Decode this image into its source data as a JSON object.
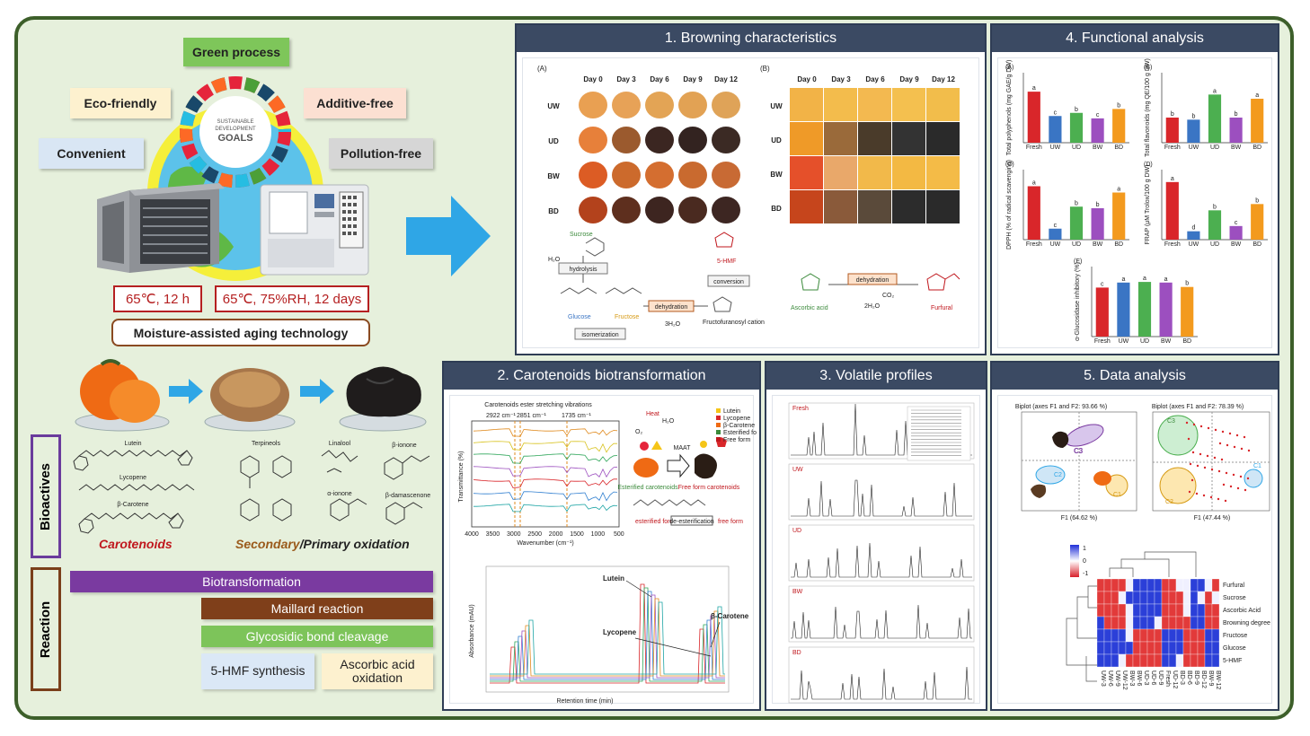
{
  "left": {
    "tags": {
      "green_process": "Green process",
      "eco_friendly": "Eco-friendly",
      "additive_free": "Additive-free",
      "convenient": "Convenient",
      "pollution_free": "Pollution-free"
    },
    "sdg_logo": [
      "SUSTAINABLE",
      "DEVELOPMENT",
      "GOALS"
    ],
    "condition_1": "65℃, 12 h",
    "condition_2": "65℃, 75%RH, 12 days",
    "technology": "Moisture-assisted aging technology",
    "bioactives": {
      "section_label": "Bioactives",
      "carotenoids": "Carotenoids",
      "oxidation_secondary": "Secondary",
      "oxidation_primary": "/Primary oxidation",
      "structures": [
        "Lutein",
        "Lycopene",
        "β-Carotene",
        "Terpineols",
        "Linalool",
        "β-ionone",
        "α-ionone",
        "β-damascenone"
      ]
    },
    "reaction": {
      "section_label": "Reaction",
      "biotransformation": "Biotransformation",
      "maillard": "Maillard reaction",
      "glycosidic": "Glycosidic bond cleavage",
      "hmf": "5-HMF synthesis",
      "ascorbic": "Ascorbic acid oxidation"
    }
  },
  "panels": {
    "browning": {
      "title": "1. Browning characteristics",
      "label_a": "(A)",
      "label_b": "(B)",
      "days": [
        "Day 0",
        "Day 3",
        "Day 6",
        "Day 9",
        "Day 12"
      ],
      "rows": [
        "UW",
        "UD",
        "BW",
        "BD"
      ],
      "scheme": {
        "sucrose": "Sucrose",
        "h2o": "H₂O",
        "hydrolysis": "hydrolysis",
        "glucose": "Glucose",
        "fructose": "Fructose",
        "isomerization": "isomerization",
        "dehydration": "dehydration",
        "three_h2o": "3H₂O",
        "conversion": "conversion",
        "hmf": "5-HMF",
        "cation": "Fructofuranosyl cation",
        "ascorbic_acid": "Ascorbic acid",
        "co2": "CO₂",
        "two_h2o": "2H₂O",
        "furfural": "Furfural"
      }
    },
    "functional": {
      "title": "4. Functional analysis",
      "chart_data": [
        {
          "type": "bar",
          "label": "(A)",
          "ylabel": "Total polyphenols (mg GAE/g DW)",
          "categories": [
            "Fresh",
            "UW",
            "UD",
            "BW",
            "BD"
          ],
          "values": [
            6.5,
            3.4,
            3.8,
            3.1,
            4.3
          ],
          "ylim": [
            0,
            8
          ],
          "sig": [
            "a",
            "c",
            "b",
            "c",
            "b"
          ]
        },
        {
          "type": "bar",
          "label": "(B)",
          "ylabel": "Total flavonoids (mg QE/100 g DW)",
          "categories": [
            "Fresh",
            "UW",
            "UD",
            "BW",
            "BD"
          ],
          "values": [
            1.2,
            1.1,
            2.3,
            1.2,
            2.1
          ],
          "ylim": [
            0,
            3
          ],
          "sig": [
            "b",
            "b",
            "a",
            "b",
            "a"
          ]
        },
        {
          "type": "bar",
          "label": "(C)",
          "ylabel": "DPPH (% of radical scavenging)",
          "categories": [
            "Fresh",
            "UW",
            "UD",
            "BW",
            "BD"
          ],
          "values": [
            34,
            7,
            21,
            20,
            30
          ],
          "ylim": [
            0,
            40
          ],
          "sig": [
            "a",
            "c",
            "b",
            "b",
            "a"
          ]
        },
        {
          "type": "bar",
          "label": "(D)",
          "ylabel": "FRAP (μM Trolox/100 g DW)",
          "categories": [
            "Fresh",
            "UW",
            "UD",
            "BW",
            "BD"
          ],
          "values": [
            5.5,
            0.8,
            2.8,
            1.3,
            3.4
          ],
          "ylim": [
            0,
            6
          ],
          "sig": [
            "a",
            "d",
            "b",
            "c",
            "b"
          ]
        },
        {
          "type": "bar",
          "label": "(E)",
          "ylabel": "α-Glucosidase inhibitory (%)",
          "categories": [
            "Fresh",
            "UW",
            "UD",
            "BW",
            "BD"
          ],
          "values": [
            78,
            86,
            87,
            86,
            79
          ],
          "ylim": [
            0,
            100
          ],
          "sig": [
            "c",
            "a",
            "a",
            "a",
            "b"
          ]
        }
      ],
      "colors": [
        "#d9262a",
        "#3a75c4",
        "#4caf50",
        "#9c4fbf",
        "#f39a1e"
      ]
    },
    "carotenoids": {
      "title": "2. Carotenoids biotransformation",
      "ftir_title": "Carotenoids ester stretching vibrations",
      "ftir_marks": [
        "2922 cm⁻¹",
        "2851 cm⁻¹",
        "1735 cm⁻¹"
      ],
      "ftir_ylabel": "Transmittance (%)",
      "ftir_xlabel": "Wavenumber (cm⁻¹)",
      "ftir_ticks": [
        "4000",
        "3500",
        "3000",
        "2500",
        "2000",
        "1500",
        "1000",
        "500"
      ],
      "scheme": {
        "heat": "Heat",
        "h2o": "H₂O",
        "o2": "O₂",
        "maat": "MAAT",
        "esterified": "Esterified carotenoids",
        "free_form": "Free form carotenoids",
        "esterified_form": "esterified form",
        "deesterification": "de-esterification",
        "free_form_short": "free form"
      },
      "legend": [
        "Lutein",
        "Lycopene",
        "β-Carotene",
        "Esterified form",
        "Free form"
      ],
      "hplc": {
        "ylabel": "Absorbance (mAU)",
        "xlabel": "Retention time (min)",
        "lutein": "Lutein",
        "carotene": "β-Carotene",
        "lycopene": "Lycopene"
      }
    },
    "volatile": {
      "title": "3. Volatile profiles",
      "traces": [
        "Fresh",
        "UW",
        "UD",
        "BW",
        "BD"
      ]
    },
    "data": {
      "title": "5. Data analysis",
      "biplot1_title": "Biplot (axes F1 and F2: 93.66 %)",
      "biplot2_title": "Biplot (axes F1 and F2: 78.39 %)",
      "biplot1_xlabel": "F1 (64.62 %)",
      "biplot2_xlabel": "F1 (47.44 %)",
      "clusters": [
        "C1",
        "C2",
        "C3"
      ],
      "heatmap_rows": [
        "Furfural",
        "Sucrose",
        "Ascorbic Acid",
        "Browning degree",
        "Fructose",
        "Glucose",
        "5-HMF"
      ],
      "heatmap_cols": [
        "UW-3",
        "UW-6",
        "UW-9",
        "UW-12",
        "BW-3",
        "BW-6",
        "UD-3",
        "UD-6",
        "UD-9",
        "Fresh",
        "UD-12",
        "BD-3",
        "BD-6",
        "BD-9",
        "BD-12",
        "BW-9",
        "BW-12"
      ],
      "scale": [
        "1",
        "0",
        "-1"
      ]
    }
  }
}
